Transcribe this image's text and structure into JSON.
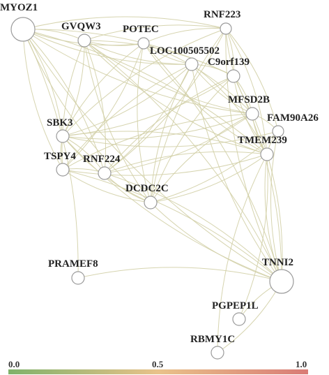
{
  "nodes": [
    {
      "id": "MYOZ1",
      "label": "MYOZ1"
    },
    {
      "id": "GVQW3",
      "label": "GVQW3"
    },
    {
      "id": "POTEC",
      "label": "POTEC"
    },
    {
      "id": "RNF223",
      "label": "RNF223"
    },
    {
      "id": "LOC100505502",
      "label": "LOC100505502"
    },
    {
      "id": "C9orf139",
      "label": "C9orf139"
    },
    {
      "id": "MFSD2B",
      "label": "MFSD2B"
    },
    {
      "id": "FAM90A26",
      "label": "FAM90A26"
    },
    {
      "id": "SBK3",
      "label": "SBK3"
    },
    {
      "id": "TMEM239",
      "label": "TMEM239"
    },
    {
      "id": "TSPY4",
      "label": "TSPY4"
    },
    {
      "id": "RNF224",
      "label": "RNF224"
    },
    {
      "id": "DCDC2C",
      "label": "DCDC2C"
    },
    {
      "id": "PRAMEF8",
      "label": "PRAMEF8"
    },
    {
      "id": "TNNI2",
      "label": "TNNI2"
    },
    {
      "id": "PGPEP1L",
      "label": "PGPEP1L"
    },
    {
      "id": "RBMY1C",
      "label": "RBMY1C"
    }
  ],
  "edges": [
    [
      "MYOZ1",
      "GVQW3"
    ],
    [
      "MYOZ1",
      "POTEC"
    ],
    [
      "MYOZ1",
      "RNF223"
    ],
    [
      "MYOZ1",
      "LOC100505502"
    ],
    [
      "MYOZ1",
      "C9orf139"
    ],
    [
      "MYOZ1",
      "MFSD2B"
    ],
    [
      "MYOZ1",
      "SBK3"
    ],
    [
      "MYOZ1",
      "TSPY4"
    ],
    [
      "MYOZ1",
      "RNF224"
    ],
    [
      "MYOZ1",
      "DCDC2C"
    ],
    [
      "MYOZ1",
      "PRAMEF8"
    ],
    [
      "MYOZ1",
      "TNNI2"
    ],
    [
      "MYOZ1",
      "TMEM239"
    ],
    [
      "GVQW3",
      "POTEC"
    ],
    [
      "GVQW3",
      "RNF223"
    ],
    [
      "GVQW3",
      "LOC100505502"
    ],
    [
      "GVQW3",
      "C9orf139"
    ],
    [
      "GVQW3",
      "MFSD2B"
    ],
    [
      "GVQW3",
      "SBK3"
    ],
    [
      "GVQW3",
      "TSPY4"
    ],
    [
      "GVQW3",
      "RNF224"
    ],
    [
      "GVQW3",
      "DCDC2C"
    ],
    [
      "GVQW3",
      "TNNI2"
    ],
    [
      "GVQW3",
      "TMEM239"
    ],
    [
      "POTEC",
      "RNF223"
    ],
    [
      "POTEC",
      "LOC100505502"
    ],
    [
      "POTEC",
      "MFSD2B"
    ],
    [
      "POTEC",
      "SBK3"
    ],
    [
      "POTEC",
      "TSPY4"
    ],
    [
      "POTEC",
      "DCDC2C"
    ],
    [
      "POTEC",
      "TNNI2"
    ],
    [
      "POTEC",
      "TMEM239"
    ],
    [
      "RNF223",
      "C9orf139"
    ],
    [
      "RNF223",
      "MFSD2B"
    ],
    [
      "RNF223",
      "FAM90A26"
    ],
    [
      "RNF223",
      "SBK3"
    ],
    [
      "RNF223",
      "RNF224"
    ],
    [
      "RNF223",
      "DCDC2C"
    ],
    [
      "RNF223",
      "TMEM239"
    ],
    [
      "RNF223",
      "TNNI2"
    ],
    [
      "LOC100505502",
      "C9orf139"
    ],
    [
      "LOC100505502",
      "MFSD2B"
    ],
    [
      "LOC100505502",
      "SBK3"
    ],
    [
      "LOC100505502",
      "TSPY4"
    ],
    [
      "LOC100505502",
      "RNF224"
    ],
    [
      "LOC100505502",
      "DCDC2C"
    ],
    [
      "LOC100505502",
      "TMEM239"
    ],
    [
      "LOC100505502",
      "TNNI2"
    ],
    [
      "C9orf139",
      "MFSD2B"
    ],
    [
      "C9orf139",
      "TMEM239"
    ],
    [
      "C9orf139",
      "SBK3"
    ],
    [
      "C9orf139",
      "DCDC2C"
    ],
    [
      "C9orf139",
      "TNNI2"
    ],
    [
      "C9orf139",
      "RNF224"
    ],
    [
      "MFSD2B",
      "FAM90A26"
    ],
    [
      "MFSD2B",
      "TMEM239"
    ],
    [
      "MFSD2B",
      "SBK3"
    ],
    [
      "MFSD2B",
      "TSPY4"
    ],
    [
      "MFSD2B",
      "RNF224"
    ],
    [
      "MFSD2B",
      "DCDC2C"
    ],
    [
      "MFSD2B",
      "TNNI2"
    ],
    [
      "FAM90A26",
      "TMEM239"
    ],
    [
      "FAM90A26",
      "SBK3"
    ],
    [
      "FAM90A26",
      "TNNI2"
    ],
    [
      "FAM90A26",
      "DCDC2C"
    ],
    [
      "SBK3",
      "TSPY4"
    ],
    [
      "SBK3",
      "RNF224"
    ],
    [
      "SBK3",
      "DCDC2C"
    ],
    [
      "SBK3",
      "TMEM239"
    ],
    [
      "SBK3",
      "TNNI2"
    ],
    [
      "TMEM239",
      "TSPY4"
    ],
    [
      "TMEM239",
      "RNF224"
    ],
    [
      "TMEM239",
      "DCDC2C"
    ],
    [
      "TMEM239",
      "TNNI2"
    ],
    [
      "TMEM239",
      "PGPEP1L"
    ],
    [
      "TMEM239",
      "RBMY1C"
    ],
    [
      "TSPY4",
      "RNF224"
    ],
    [
      "TSPY4",
      "DCDC2C"
    ],
    [
      "TSPY4",
      "TNNI2"
    ],
    [
      "RNF224",
      "DCDC2C"
    ],
    [
      "RNF224",
      "TNNI2"
    ],
    [
      "DCDC2C",
      "TNNI2"
    ],
    [
      "PRAMEF8",
      "TNNI2"
    ],
    [
      "TNNI2",
      "PGPEP1L"
    ],
    [
      "TNNI2",
      "RBMY1C"
    ]
  ],
  "color_scale": {
    "min_label": "0.0",
    "mid_label": "0.5",
    "max_label": "1.0",
    "colors": [
      "#7fb26a",
      "#e9c28a",
      "#d97b76"
    ]
  }
}
